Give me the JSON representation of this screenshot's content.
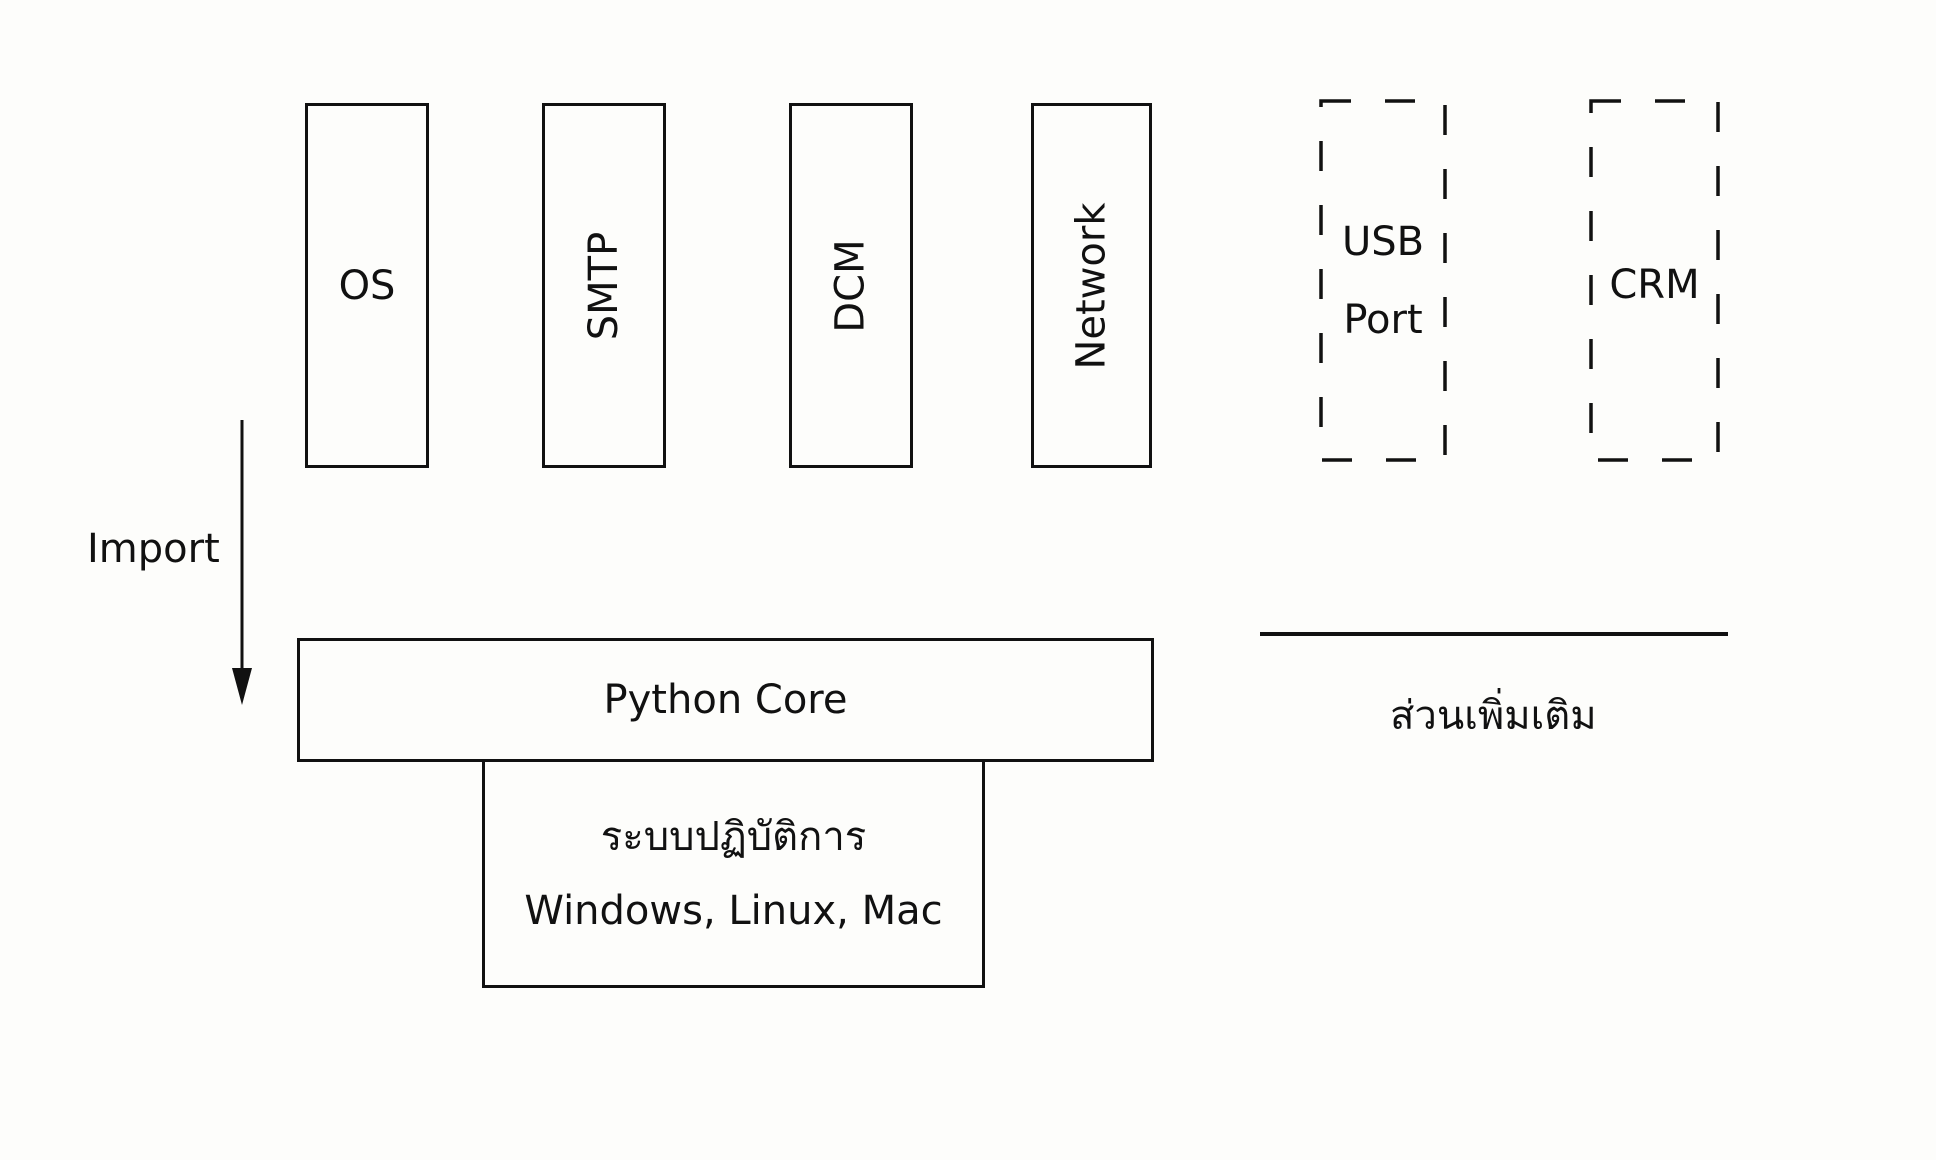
{
  "modules": [
    {
      "label": "OS"
    },
    {
      "label": "SMTP"
    },
    {
      "label": "DCM"
    },
    {
      "label": "Network"
    }
  ],
  "optional_modules": [
    {
      "lines": [
        "USB",
        "Port"
      ]
    },
    {
      "lines": [
        "CRM"
      ]
    }
  ],
  "arrow_label": "Import",
  "core": {
    "label": "Python Core"
  },
  "os_box": {
    "line1": "ระบบปฏิบัติการ",
    "line2": "Windows, Linux, Mac"
  },
  "extension_label": "ส่วนเพิ่มเติม"
}
